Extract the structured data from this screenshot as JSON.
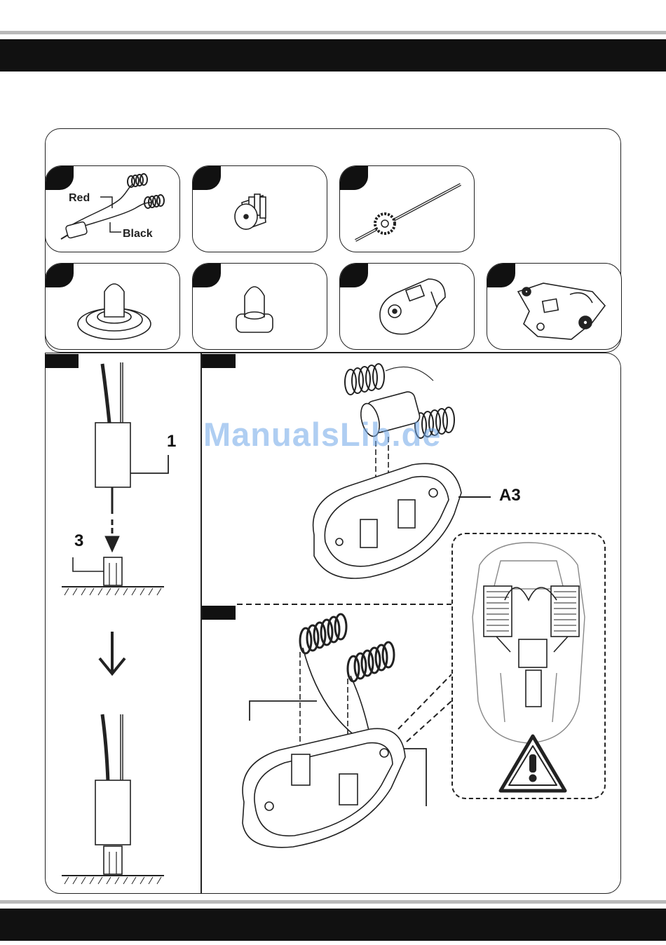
{
  "watermark": "ManualsLib.de",
  "parts": {
    "motor": {
      "red_label": "Red",
      "black_label": "Black"
    }
  },
  "step_left": {
    "label_motor": "1",
    "label_pinion": "3"
  },
  "step_right": {
    "label_chassis": "A3"
  },
  "colors": {
    "bar": "#111111",
    "rule": "#b9b9b9",
    "watermark": "#6fa7e8"
  }
}
